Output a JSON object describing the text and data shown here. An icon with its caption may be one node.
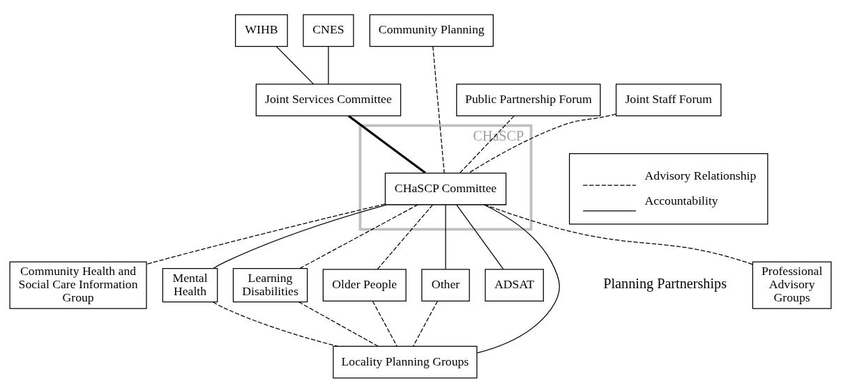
{
  "diagram": {
    "nodes": [
      {
        "text": [
          "WIHB"
        ]
      },
      {
        "text": [
          "CNES"
        ]
      },
      {
        "text": [
          "Community Planning"
        ]
      },
      {
        "text": [
          "Public Partnership Forum"
        ]
      },
      {
        "text": [
          "Joint Services Committee"
        ]
      },
      {
        "text": [
          "CHaSCP"
        ]
      },
      {
        "text": [
          "Professional Advisory Groups"
        ]
      },
      {
        "text": [
          "CHaSCP Committee"
        ],
        "in": 5
      },
      {
        "text": [
          "Community Health and Social Care Information Group"
        ]
      },
      {
        "text": [
          "Joint Staff Forum"
        ]
      },
      {
        "text": [
          "Mental Health"
        ]
      },
      {
        "text": [
          "Learning Disabilities"
        ]
      },
      {
        "text": [
          "Older People"
        ]
      },
      {
        "text": [
          "Other"
        ]
      },
      {
        "text": [
          "ADSAT"
        ]
      },
      {
        "text": [
          "Locality Planning Groups"
        ]
      }
    ],
    "edges": [
      {
        "from": 0,
        "to": 4,
        "arrow": "none"
      },
      {
        "from": 1,
        "to": 4,
        "arrow": "none"
      },
      {
        "from": 4,
        "to": 7,
        "arrow": "none",
        "style": "thick"
      },
      {
        "from": 3,
        "to": 7,
        "arrow": "none",
        "style": "dashed"
      },
      {
        "from": 2,
        "to": 7,
        "arrow": "none",
        "style": "dashed"
      },
      {
        "from": 6,
        "to": 7,
        "arrow": "none",
        "style": "dashed"
      },
      {
        "from": 7,
        "to": 8,
        "arrow": "none",
        "style": "dashed"
      },
      {
        "from": 9,
        "to": 7,
        "arrow": "none",
        "style": "dashed"
      },
      {
        "from": 7,
        "to": 10,
        "arrow": "none"
      },
      {
        "from": 7,
        "to": 11,
        "arrow": "none",
        "style": "dashed"
      },
      {
        "from": 7,
        "to": 15,
        "arrow": "none"
      },
      {
        "from": 7,
        "to": 12,
        "arrow": "none",
        "style": "dashed"
      },
      {
        "from": 7,
        "to": 13,
        "arrow": "none"
      },
      {
        "from": 7,
        "to": 14,
        "arrow": "none"
      },
      {
        "from": 10,
        "to": 15,
        "arrow": "none",
        "style": "dashed"
      },
      {
        "from": 11,
        "to": 15,
        "arrow": "none",
        "style": "dashed"
      },
      {
        "from": 12,
        "to": 15,
        "arrow": "none",
        "style": "dashed"
      },
      {
        "from": 13,
        "to": 15,
        "arrow": "none",
        "style": "dashed"
      }
    ],
    "labels": [
      "Planning Partnerships"
    ],
    "legend": [
      {
        "text": "Advisory Relationship"
      },
      {
        "text": "Accountability"
      }
    ]
  }
}
